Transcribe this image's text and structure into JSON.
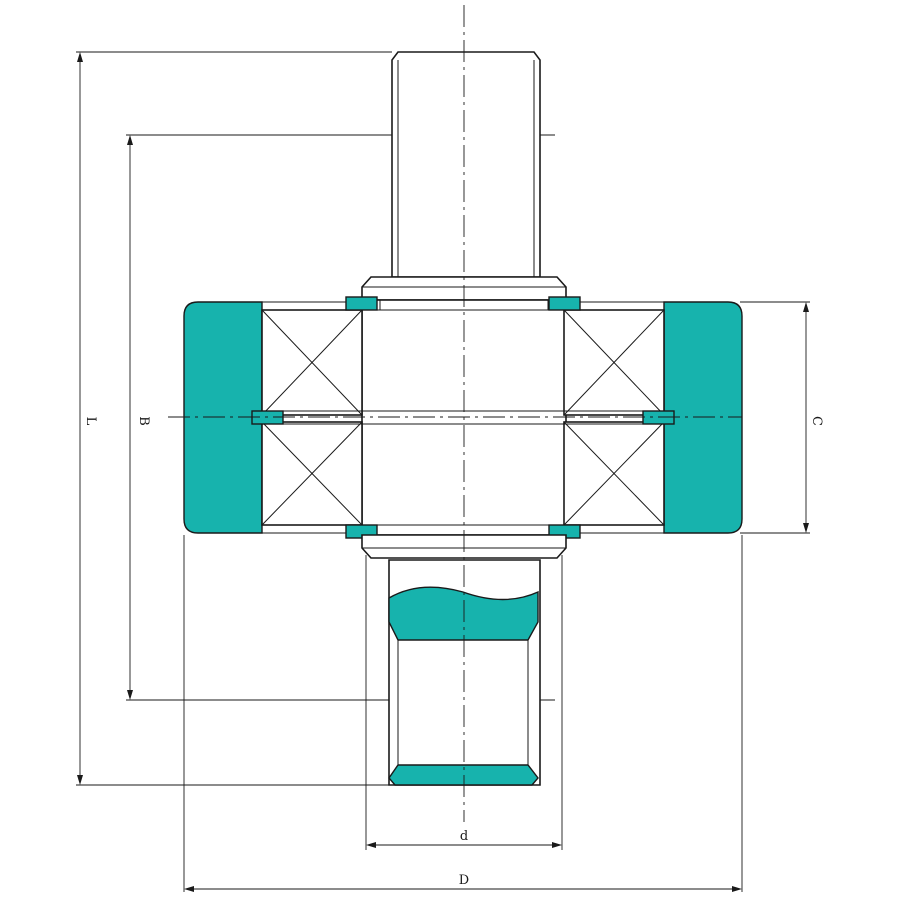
{
  "colors": {
    "accent_fill": "#17b3ad",
    "line": "#1a1a1a",
    "background": "#ffffff"
  },
  "labels": {
    "L": "L",
    "B": "B",
    "C": "C",
    "d": "d",
    "D": "D"
  }
}
